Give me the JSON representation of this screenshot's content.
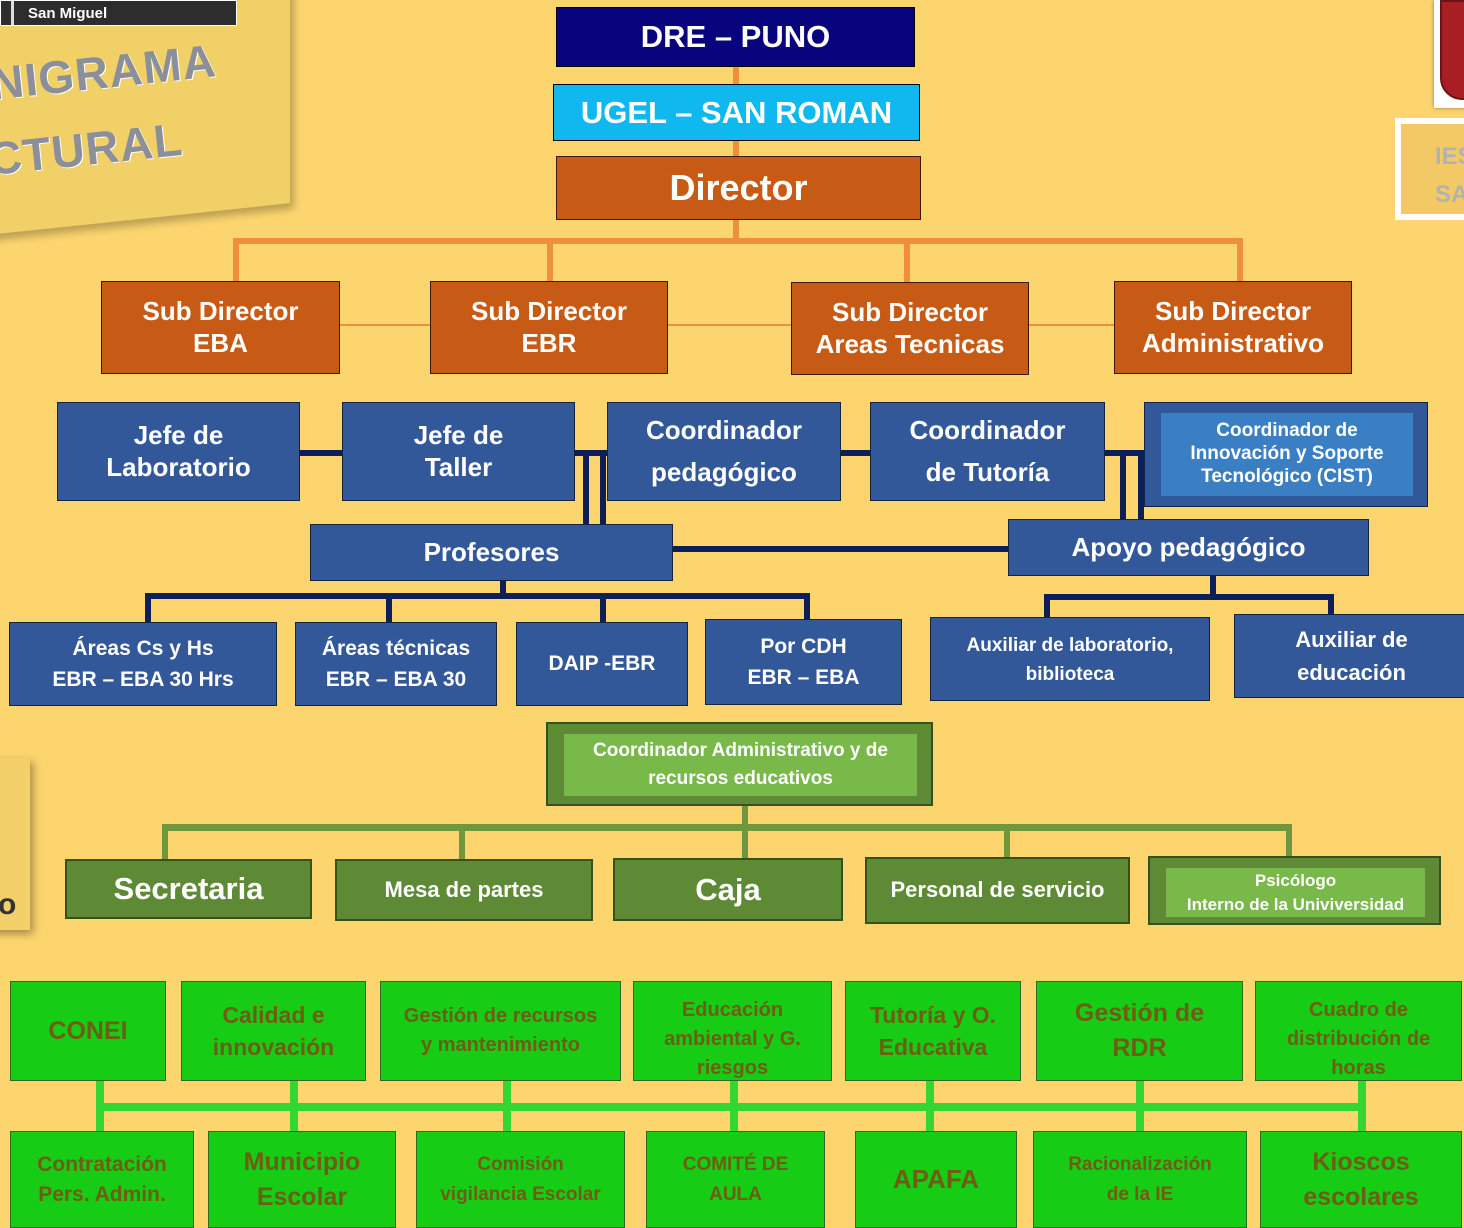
{
  "header": {
    "strip_text": "San Miguel",
    "title_line1": "NIGRAMA",
    "title_line2": "CTURAL",
    "side_fragment": "o",
    "ies_line1": "IES",
    "ies_line2": "SA"
  },
  "top": {
    "dre": "DRE – PUNO",
    "ugel": "UGEL – SAN ROMAN",
    "director": "Director"
  },
  "subdirectors": [
    {
      "line1": "Sub Director",
      "line2": "EBA"
    },
    {
      "line1": "Sub Director",
      "line2": "EBR"
    },
    {
      "line1": "Sub Director",
      "line2": "Areas Tecnicas"
    },
    {
      "line1": "Sub Director",
      "line2": "Administrativo"
    }
  ],
  "jefes": [
    {
      "line1": "Jefe de",
      "line2": "Laboratorio"
    },
    {
      "line1": "Jefe de",
      "line2": "Taller"
    },
    {
      "line1": "Coordinador",
      "line2": "pedagógico"
    },
    {
      "line1": "Coordinador",
      "line2": "de Tutoría"
    }
  ],
  "cist": {
    "line1": "Coordinador de",
    "line2": "Innovación y Soporte",
    "line3": "Tecnológico (CIST)"
  },
  "profesores": "Profesores",
  "apoyo": "Apoyo pedagógico",
  "areas": [
    {
      "line1": "Áreas Cs y Hs",
      "line2": "EBR – EBA 30 Hrs"
    },
    {
      "line1": "Áreas técnicas",
      "line2": "EBR – EBA 30"
    },
    {
      "line1": "DAIP  -EBR",
      "line2": ""
    },
    {
      "line1": "Por CDH",
      "line2": "EBR – EBA"
    }
  ],
  "auxiliares": [
    {
      "line1": "Auxiliar de laboratorio,",
      "line2": "biblioteca"
    },
    {
      "line1": "Auxiliar de",
      "line2": "educación"
    }
  ],
  "admin_coord": {
    "line1": "Coordinador Administrativo y de",
    "line2": "recursos educativos"
  },
  "admin_units": [
    {
      "label": "Secretaria"
    },
    {
      "label": "Mesa de partes"
    },
    {
      "label": "Caja"
    },
    {
      "label": "Personal de servicio"
    }
  ],
  "psicologo": {
    "line1": "Psicólogo",
    "line2": "Interno de la Univiversidad"
  },
  "committees_row1": [
    {
      "line1": "CONEI",
      "line2": "",
      "line3": ""
    },
    {
      "line1": "Calidad e",
      "line2": "innovación",
      "line3": ""
    },
    {
      "line1": "Gestión de recursos",
      "line2": "y mantenimiento",
      "line3": ""
    },
    {
      "line1": "Educación",
      "line2": "ambiental y G.",
      "line3": "riesgos"
    },
    {
      "line1": "Tutoría y O.",
      "line2": "Educativa",
      "line3": ""
    },
    {
      "line1": "Gestión de",
      "line2": "RDR",
      "line3": ""
    },
    {
      "line1": "Cuadro de",
      "line2": "distribución de",
      "line3": "horas"
    }
  ],
  "committees_row2": [
    {
      "line1": "Contratación",
      "line2": "Pers. Admin."
    },
    {
      "line1": "Municipio",
      "line2": "Escolar"
    },
    {
      "line1": "Comisión",
      "line2": "vigilancia Escolar"
    },
    {
      "line1": "COMITÉ DE",
      "line2": "AULA"
    },
    {
      "line1": "APAFA",
      "line2": ""
    },
    {
      "line1": "Racionalización",
      "line2": "de la IE"
    },
    {
      "line1": "Kioscos",
      "line2": "escolares"
    }
  ],
  "colors": {
    "background": "#fcd56f",
    "navy": "#07047d",
    "cyan": "#0fb8ee",
    "orange": "#c75a14",
    "blue": "#33589a",
    "dark_green": "#5e8a35",
    "light_green": "#16cc14"
  }
}
